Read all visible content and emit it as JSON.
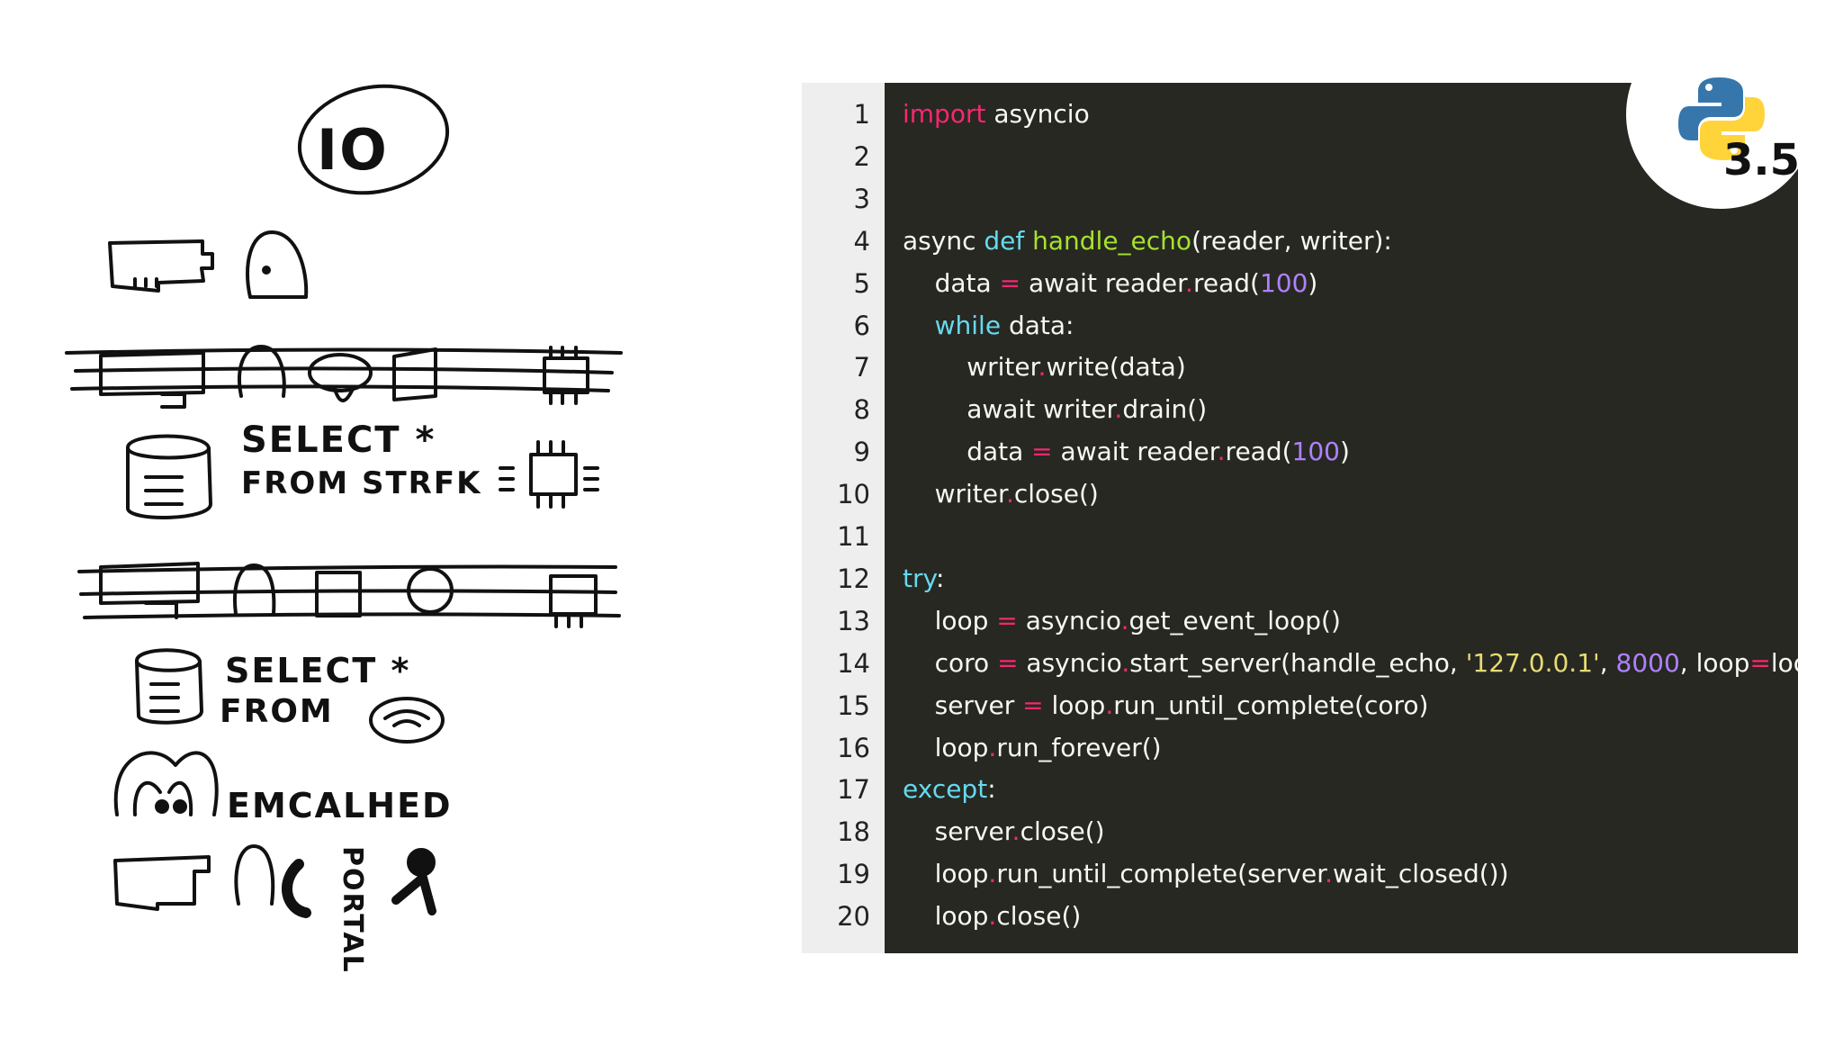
{
  "sketch": {
    "io_label": "IO",
    "select_star_1": "SELECT *",
    "from_1": "FROM STRFK",
    "select_star_2": "SELECT *",
    "from_2": "FROM",
    "memcached_label": "EMCALHED",
    "portal_label": "PORTAL"
  },
  "badge": {
    "icon": "python-logo-icon",
    "version": "3.5"
  },
  "colors": {
    "editor_bg": "#272822",
    "gutter_bg": "#eeeeee",
    "keyword": "#f92672",
    "builtin": "#66d9ef",
    "function": "#a6e22e",
    "number": "#ae81ff",
    "string": "#e6db74",
    "text": "#f8f8f2"
  },
  "code": {
    "line_numbers": [
      "1",
      "2",
      "3",
      "4",
      "5",
      "6",
      "7",
      "8",
      "9",
      "10",
      "11",
      "12",
      "13",
      "14",
      "15",
      "16",
      "17",
      "18",
      "19",
      "20"
    ],
    "lines": [
      [
        {
          "t": "import",
          "c": "keyword"
        },
        {
          "t": " asyncio",
          "c": "plain"
        }
      ],
      [],
      [],
      [
        {
          "t": "async ",
          "c": "plain"
        },
        {
          "t": "def ",
          "c": "kw-blue"
        },
        {
          "t": "handle_echo",
          "c": "func"
        },
        {
          "t": "(reader, writer):",
          "c": "plain"
        }
      ],
      [
        {
          "t": "    data ",
          "c": "plain"
        },
        {
          "t": "=",
          "c": "op"
        },
        {
          "t": " await reader",
          "c": "plain"
        },
        {
          "t": ".",
          "c": "op"
        },
        {
          "t": "read(",
          "c": "plain"
        },
        {
          "t": "100",
          "c": "num"
        },
        {
          "t": ")",
          "c": "plain"
        }
      ],
      [
        {
          "t": "    ",
          "c": "plain"
        },
        {
          "t": "while",
          "c": "kw-blue"
        },
        {
          "t": " data:",
          "c": "plain"
        }
      ],
      [
        {
          "t": "        writer",
          "c": "plain"
        },
        {
          "t": ".",
          "c": "op"
        },
        {
          "t": "write(data)",
          "c": "plain"
        }
      ],
      [
        {
          "t": "        await writer",
          "c": "plain"
        },
        {
          "t": ".",
          "c": "op"
        },
        {
          "t": "drain()",
          "c": "plain"
        }
      ],
      [
        {
          "t": "        data ",
          "c": "plain"
        },
        {
          "t": "=",
          "c": "op"
        },
        {
          "t": " await reader",
          "c": "plain"
        },
        {
          "t": ".",
          "c": "op"
        },
        {
          "t": "read(",
          "c": "plain"
        },
        {
          "t": "100",
          "c": "num"
        },
        {
          "t": ")",
          "c": "plain"
        }
      ],
      [
        {
          "t": "    writer",
          "c": "plain"
        },
        {
          "t": ".",
          "c": "op"
        },
        {
          "t": "close()",
          "c": "plain"
        }
      ],
      [],
      [
        {
          "t": "try",
          "c": "kw-blue"
        },
        {
          "t": ":",
          "c": "plain"
        }
      ],
      [
        {
          "t": "    loop ",
          "c": "plain"
        },
        {
          "t": "=",
          "c": "op"
        },
        {
          "t": " asyncio",
          "c": "plain"
        },
        {
          "t": ".",
          "c": "op"
        },
        {
          "t": "get_event_loop()",
          "c": "plain"
        }
      ],
      [
        {
          "t": "    coro ",
          "c": "plain"
        },
        {
          "t": "=",
          "c": "op"
        },
        {
          "t": " asyncio",
          "c": "plain"
        },
        {
          "t": ".",
          "c": "op"
        },
        {
          "t": "start_server(handle_echo, ",
          "c": "plain"
        },
        {
          "t": "'127.0.0.1'",
          "c": "str"
        },
        {
          "t": ", ",
          "c": "plain"
        },
        {
          "t": "8000",
          "c": "num"
        },
        {
          "t": ", loop",
          "c": "plain"
        },
        {
          "t": "=",
          "c": "op"
        },
        {
          "t": "loop)",
          "c": "plain"
        }
      ],
      [
        {
          "t": "    server ",
          "c": "plain"
        },
        {
          "t": "=",
          "c": "op"
        },
        {
          "t": " loop",
          "c": "plain"
        },
        {
          "t": ".",
          "c": "op"
        },
        {
          "t": "run_until_complete(coro)",
          "c": "plain"
        }
      ],
      [
        {
          "t": "    loop",
          "c": "plain"
        },
        {
          "t": ".",
          "c": "op"
        },
        {
          "t": "run_forever()",
          "c": "plain"
        }
      ],
      [
        {
          "t": "except",
          "c": "kw-blue"
        },
        {
          "t": ":",
          "c": "plain"
        }
      ],
      [
        {
          "t": "    server",
          "c": "plain"
        },
        {
          "t": ".",
          "c": "op"
        },
        {
          "t": "close()",
          "c": "plain"
        }
      ],
      [
        {
          "t": "    loop",
          "c": "plain"
        },
        {
          "t": ".",
          "c": "op"
        },
        {
          "t": "run_until_complete(server",
          "c": "plain"
        },
        {
          "t": ".",
          "c": "op"
        },
        {
          "t": "wait_closed())",
          "c": "plain"
        }
      ],
      [
        {
          "t": "    loop",
          "c": "plain"
        },
        {
          "t": ".",
          "c": "op"
        },
        {
          "t": "close()",
          "c": "plain"
        }
      ]
    ]
  }
}
